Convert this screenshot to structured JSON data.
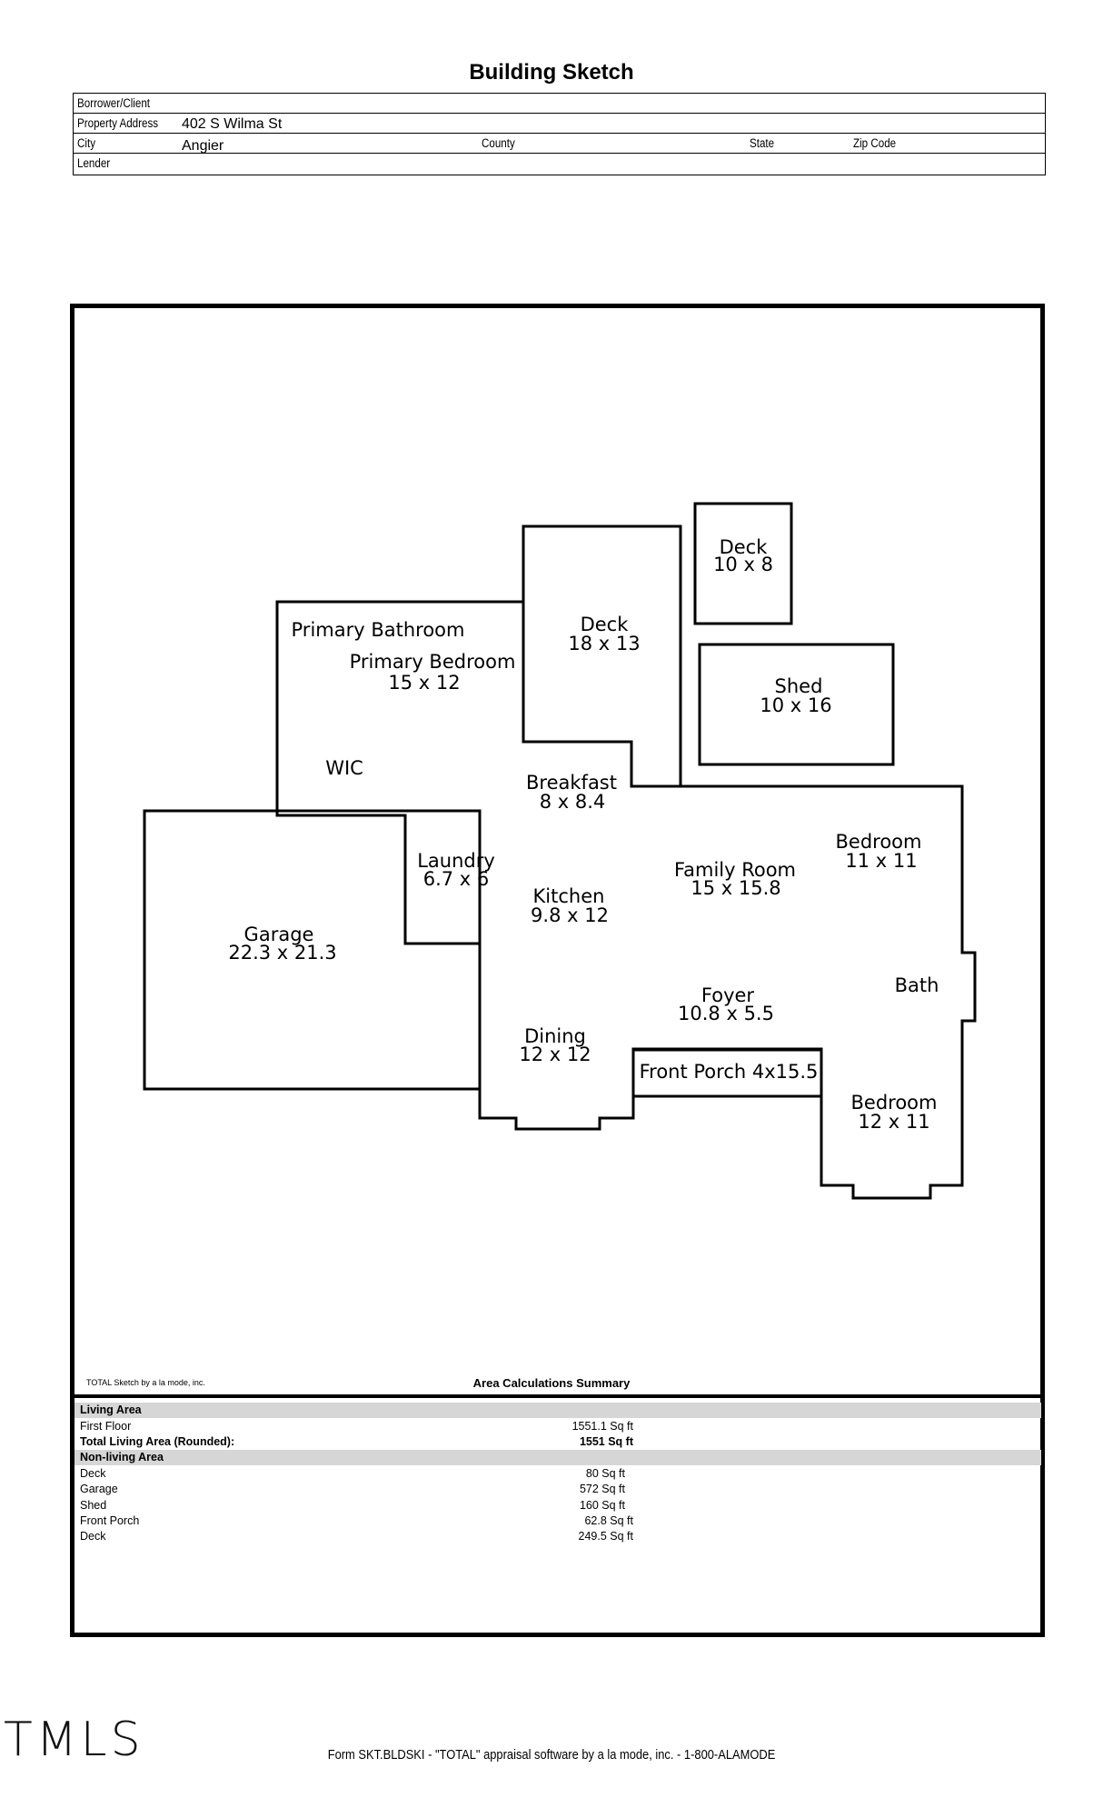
{
  "header": {
    "title": "Building Sketch",
    "borrower_label": "Borrower/Client",
    "borrower_value": "",
    "address_label": "Property Address",
    "address_value": "402 S Wilma St",
    "city_label": "City",
    "city_value": "Angier",
    "county_label": "County",
    "state_label": "State",
    "zip_label": "Zip Code",
    "lender_label": "Lender"
  },
  "rooms": {
    "deck_small": {
      "name": "Deck",
      "dims": "10 x 8"
    },
    "deck_large": {
      "name": "Deck",
      "dims": "18 x 13"
    },
    "shed": {
      "name": "Shed",
      "dims": "10 x 16"
    },
    "primary_bathroom": {
      "name": "Primary Bathroom"
    },
    "primary_bedroom": {
      "name": "Primary Bedroom",
      "dims": "15 x 12"
    },
    "wic": {
      "name": "WIC"
    },
    "breakfast": {
      "name": "Breakfast",
      "dims": "8 x 8.4"
    },
    "laundry": {
      "name": "Laundry",
      "dims": "6.7 x 6"
    },
    "kitchen": {
      "name": "Kitchen",
      "dims": "9.8 x 12"
    },
    "family_room": {
      "name": "Family Room",
      "dims": "15 x 15.8"
    },
    "bedroom_1": {
      "name": "Bedroom",
      "dims": "11 x 11"
    },
    "garage": {
      "name": "Garage",
      "dims": "22.3 x 21.3"
    },
    "bath": {
      "name": "Bath"
    },
    "foyer": {
      "name": "Foyer",
      "dims": "10.8 x 5.5"
    },
    "dining": {
      "name": "Dining",
      "dims": "12 x 12"
    },
    "front_porch": {
      "name": "Front Porch 4x15.5"
    },
    "bedroom_2": {
      "name": "Bedroom",
      "dims": "12 x 11"
    }
  },
  "summary": {
    "credit": "TOTAL Sketch by a la mode, inc.",
    "title": "Area Calculations Summary",
    "living_header": "Living Area",
    "first_floor_label": "First Floor",
    "first_floor_value": "1551.1 Sq ft",
    "total_label": "Total Living Area (Rounded):",
    "total_value": "1551 Sq ft",
    "nonliving_header": "Non-living Area",
    "nonliving": [
      {
        "label": "Deck",
        "value": "80 Sq ft"
      },
      {
        "label": "Garage",
        "value": "572 Sq ft"
      },
      {
        "label": "Shed",
        "value": "160 Sq ft"
      },
      {
        "label": "Front Porch",
        "value": "62.8 Sq ft"
      },
      {
        "label": "Deck",
        "value": "249.5 Sq ft"
      }
    ]
  },
  "footer": {
    "logo_text": "TMLS",
    "form_text": "Form SKT.BLDSKI - \"TOTAL\" appraisal software by a la mode, inc. - 1-800-ALAMODE"
  }
}
